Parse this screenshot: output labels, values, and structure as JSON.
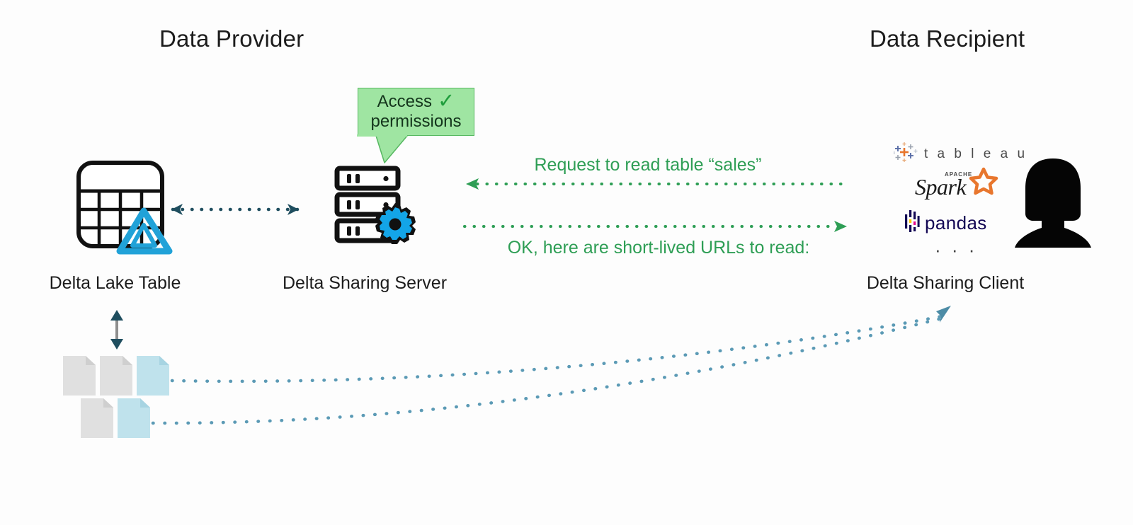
{
  "diagram": {
    "title_left": "Data Provider",
    "title_right": "Data Recipient",
    "callout": {
      "line1": "Access",
      "check": "✓",
      "line2": "permissions",
      "fill_color": "#9fe5a2",
      "border_color": "#57b861"
    },
    "nodes": [
      {
        "id": "delta-lake-table",
        "caption": "Delta Lake Table"
      },
      {
        "id": "delta-sharing-server",
        "caption": "Delta Sharing Server"
      },
      {
        "id": "delta-sharing-client",
        "caption": "Delta Sharing Client"
      }
    ],
    "messages": [
      {
        "id": "request",
        "text": "Request to read table “sales”",
        "direction": "right-to-left",
        "color": "#2e9e55"
      },
      {
        "id": "response",
        "text": "OK, here are short-lived URLs to read:",
        "direction": "left-to-right",
        "color": "#2e9e55"
      }
    ],
    "client_logos": [
      {
        "id": "tableau",
        "label": "t a b l e a u",
        "icon": "tableau-plus-cluster-icon"
      },
      {
        "id": "spark",
        "label": "Spark",
        "sublabel": "APACHE",
        "icon": "spark-star-icon"
      },
      {
        "id": "pandas",
        "label": "pandas",
        "icon": "pandas-bars-icon"
      },
      {
        "id": "more",
        "label": "· · ·",
        "icon": "ellipsis-icon"
      }
    ],
    "files": {
      "row1": [
        "gray",
        "gray",
        "blue"
      ],
      "row2": [
        "gray",
        "blue"
      ],
      "gray_color": "#e0e0e0",
      "blue_color": "#bfe2ec"
    },
    "connectors": [
      {
        "id": "table-server-link",
        "style": "dotted",
        "arrows": "both",
        "color": "#1f4e5f"
      },
      {
        "id": "table-files-link",
        "style": "solid",
        "arrows": "both",
        "color": "#1f4e5f"
      },
      {
        "id": "files-client-link-1",
        "style": "dotted",
        "arrows": "end",
        "color": "#5b9ab5"
      },
      {
        "id": "files-client-link-2",
        "style": "dotted",
        "arrows": "end",
        "color": "#5b9ab5"
      }
    ],
    "accent_colors": {
      "delta_blue": "#21a2d8",
      "gear_blue": "#13a5e8",
      "green_text": "#2e9e55",
      "dotted_teal": "#1f4e5f",
      "dotted_light_blue": "#5b9ab5"
    }
  }
}
